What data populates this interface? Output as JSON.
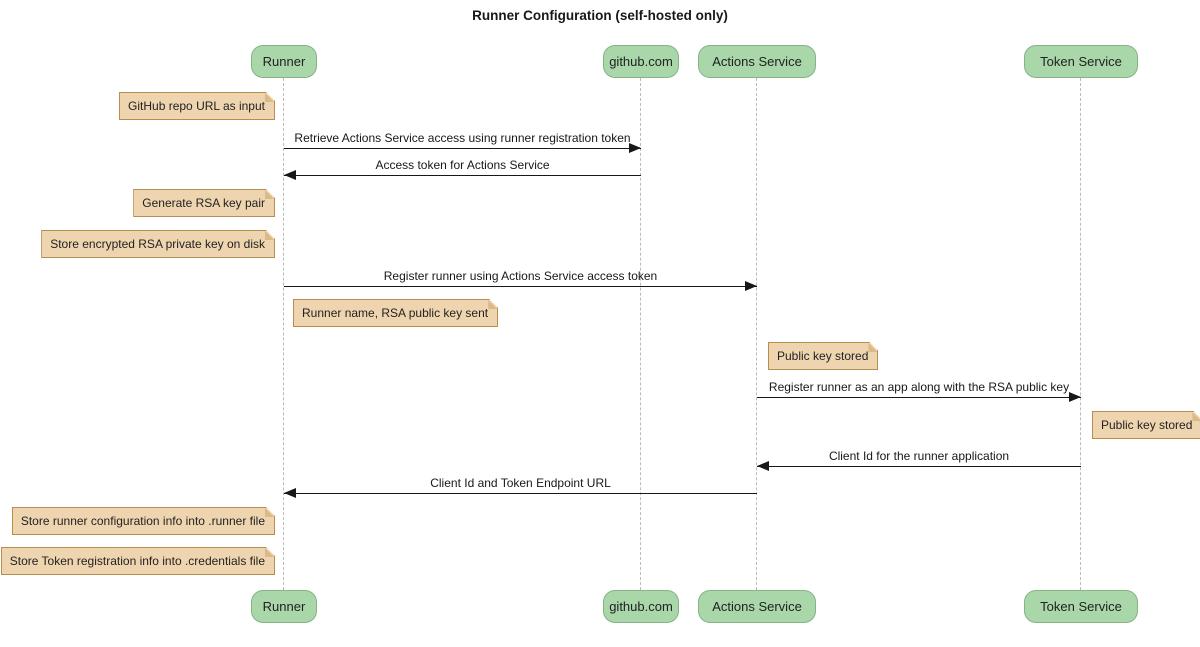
{
  "diagram_type": "sequence",
  "title": "Runner Configuration (self-hosted only)",
  "colors": {
    "participant_fill": "#A9D7A9",
    "participant_border": "#86B386",
    "note_fill": "#EFD5AF",
    "note_border": "#B98C4F",
    "note_fold": "#DCBA87",
    "line": "#181818",
    "lifeline": "#BBBBBB",
    "bg": "#FFFFFF"
  },
  "participants": [
    {
      "label": "Runner"
    },
    {
      "label": "github.com"
    },
    {
      "label": "Actions Service"
    },
    {
      "label": "Token Service"
    }
  ],
  "messages": [
    {
      "from": "Runner",
      "to": "github.com",
      "label": "Retrieve Actions Service access using runner registration token"
    },
    {
      "from": "github.com",
      "to": "Runner",
      "label": "Access token for Actions Service"
    },
    {
      "from": "Runner",
      "to": "Actions Service",
      "label": "Register runner using Actions Service access token"
    },
    {
      "from": "Actions Service",
      "to": "Token Service",
      "label": "Register runner as an app along with the RSA public key"
    },
    {
      "from": "Token Service",
      "to": "Actions Service",
      "label": "Client Id for the runner application"
    },
    {
      "from": "Actions Service",
      "to": "Runner",
      "label": "Client Id and Token Endpoint URL"
    }
  ],
  "notes": [
    {
      "anchor": "Runner",
      "side": "left",
      "text": "GitHub repo URL as input"
    },
    {
      "anchor": "Runner",
      "side": "left",
      "text": "Generate RSA key pair"
    },
    {
      "anchor": "Runner",
      "side": "left",
      "text": "Store encrypted RSA private key on disk"
    },
    {
      "anchor": "Runner",
      "side": "right",
      "text": "Runner name, RSA public key sent"
    },
    {
      "anchor": "Actions Service",
      "side": "right",
      "text": "Public key stored"
    },
    {
      "anchor": "Token Service",
      "side": "right",
      "text": "Public key stored"
    },
    {
      "anchor": "Runner",
      "side": "left",
      "text": "Store runner configuration info into .runner file"
    },
    {
      "anchor": "Runner",
      "side": "left",
      "text": "Store Token registration info into .credentials file"
    }
  ]
}
